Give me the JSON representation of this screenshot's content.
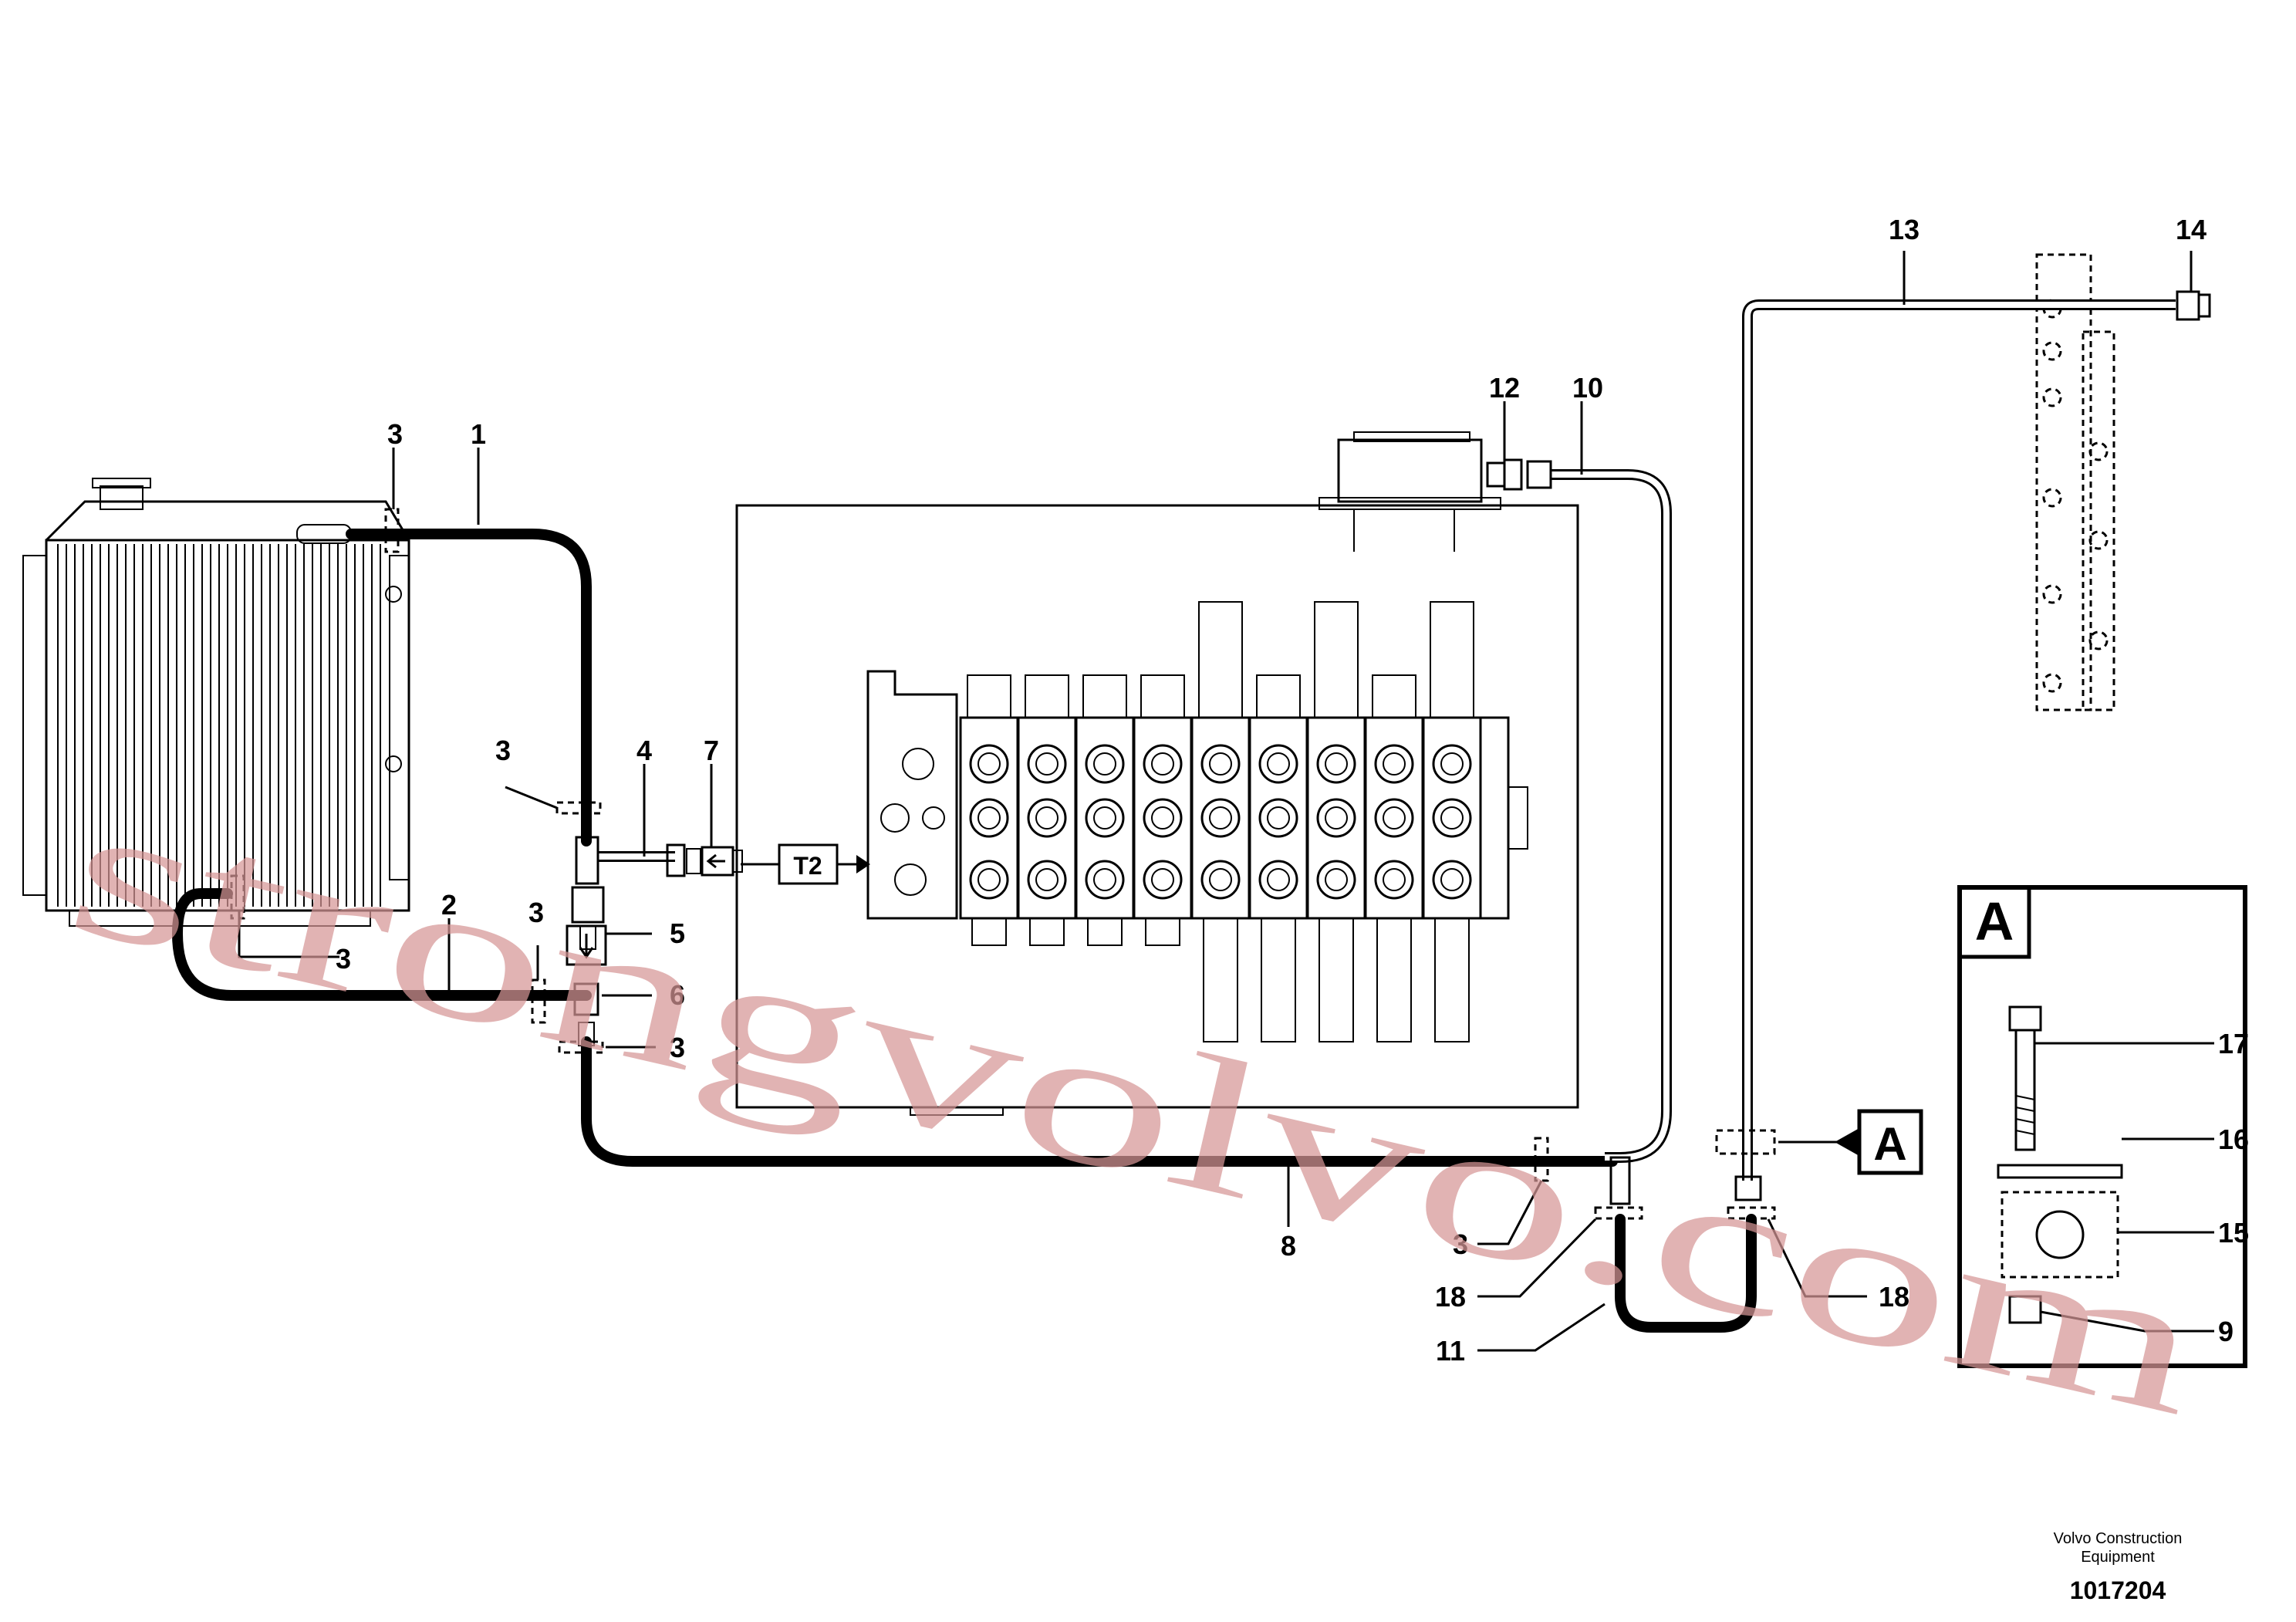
{
  "diagram": {
    "callouts": [
      "1",
      "2",
      "3",
      "4",
      "5",
      "6",
      "7",
      "8",
      "9",
      "10",
      "11",
      "12",
      "13",
      "14",
      "15",
      "16",
      "17",
      "18"
    ],
    "port_label": "T2",
    "detail_label": "A",
    "footer": {
      "brand_line1": "Volvo Construction",
      "brand_line2": "Equipment",
      "part_number": "1017204"
    },
    "watermark": "strongvolvo.com"
  }
}
